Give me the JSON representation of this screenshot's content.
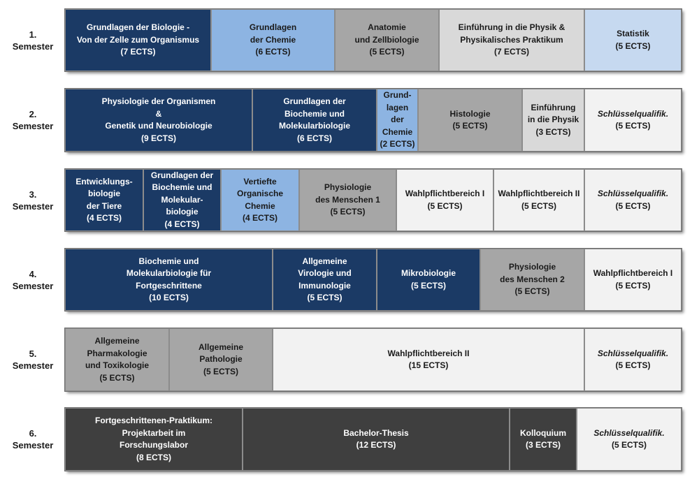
{
  "colors": {
    "navy": "#1b3a65",
    "mid_blue": "#8db4e2",
    "light_blue": "#c6d9f0",
    "gray": "#a6a6a6",
    "light_gray": "#d9d9d9",
    "off_white": "#f2f2f2",
    "dark_gray": "#3f3f3f"
  },
  "semesters": [
    {
      "num": "1.",
      "label": "Semester",
      "modules": [
        {
          "text": "Grundlagen der Biologie -\nVon der Zelle zum Organismus\n(7 ECTS)",
          "color": "navy",
          "italic": false
        },
        {
          "text": "Grundlagen\nder Chemie\n(6 ECTS)",
          "color": "mid_blue",
          "italic": false
        },
        {
          "text": "Anatomie\nund Zellbiologie\n(5 ECTS)",
          "color": "gray",
          "italic": false
        },
        {
          "text": "Einführung in die Physik &\nPhysikalisches Praktikum\n(7 ECTS)",
          "color": "light_gray",
          "italic": false
        },
        {
          "text": "Statistik\n(5 ECTS)",
          "color": "light_blue",
          "italic": false
        }
      ]
    },
    {
      "num": "2.",
      "label": "Semester",
      "modules": [
        {
          "text": "Physiologie der Organismen\n&\nGenetik und Neurobiologie\n(9 ECTS)",
          "color": "navy",
          "italic": false
        },
        {
          "text": "Grundlagen der\nBiochemie und\nMolekularbiologie\n(6 ECTS)",
          "color": "navy",
          "italic": false
        },
        {
          "text": "Grund-\nlagen\nder\nChemie\n(2 ECTS)",
          "color": "mid_blue",
          "italic": false
        },
        {
          "text": "Histologie\n(5 ECTS)",
          "color": "gray",
          "italic": false
        },
        {
          "text": "Einführung\nin die Physik\n(3 ECTS)",
          "color": "light_gray",
          "italic": false
        },
        {
          "text": "Schlüsselqualifik.",
          "sub": "(5 ECTS)",
          "color": "off_white",
          "italic": true
        }
      ]
    },
    {
      "num": "3.",
      "label": "Semester",
      "modules": [
        {
          "text": "Entwicklungs-\nbiologie\nder Tiere\n(4 ECTS)",
          "color": "navy",
          "italic": false
        },
        {
          "text": "Grundlagen der\nBiochemie und\nMolekular-\nbiologie\n(4 ECTS)",
          "color": "navy",
          "italic": false
        },
        {
          "text": "Vertiefte\nOrganische\nChemie\n(4 ECTS)",
          "color": "mid_blue",
          "italic": false
        },
        {
          "text": "Physiologie\ndes Menschen 1\n(5 ECTS)",
          "color": "gray",
          "italic": false
        },
        {
          "text": "Wahlpflichtbereich I\n(5 ECTS)",
          "color": "off_white",
          "italic": false
        },
        {
          "text": "Wahlpflichtbereich II\n(5 ECTS)",
          "color": "off_white",
          "italic": false
        },
        {
          "text": "Schlüsselqualifik.",
          "sub": "(5 ECTS)",
          "color": "off_white",
          "italic": true
        }
      ]
    },
    {
      "num": "4.",
      "label": "Semester",
      "modules": [
        {
          "text": "Biochemie und\nMolekularbiologie für\nFortgeschrittene\n(10 ECTS)",
          "color": "navy",
          "italic": false
        },
        {
          "text": "Allgemeine\nVirologie und\nImmunologie\n(5 ECTS)",
          "color": "navy",
          "italic": false
        },
        {
          "text": "Mikrobiologie\n(5 ECTS)",
          "color": "navy",
          "italic": false
        },
        {
          "text": "Physiologie\ndes Menschen 2\n(5 ECTS)",
          "color": "gray",
          "italic": false
        },
        {
          "text": "Wahlpflichtbereich I\n(5 ECTS)",
          "color": "off_white",
          "italic": false
        }
      ]
    },
    {
      "num": "5.",
      "label": "Semester",
      "modules": [
        {
          "text": "Allgemeine\nPharmakologie\nund Toxikologie\n(5 ECTS)",
          "color": "gray",
          "italic": false
        },
        {
          "text": "Allgemeine\nPathologie\n(5 ECTS)",
          "color": "gray",
          "italic": false
        },
        {
          "text": "Wahlpflichtbereich II\n(15 ECTS)",
          "color": "off_white",
          "italic": false
        },
        {
          "text": "Schlüsselqualifik.",
          "sub": "(5 ECTS)",
          "color": "off_white",
          "italic": true
        }
      ]
    },
    {
      "num": "6.",
      "label": "Semester",
      "modules": [
        {
          "text": "Fortgeschrittenen-Praktikum:\nProjektarbeit im\nForschungslabor\n(8 ECTS)",
          "color": "dark_gray",
          "italic": false
        },
        {
          "text": "Bachelor-Thesis\n(12 ECTS)",
          "color": "dark_gray",
          "italic": false
        },
        {
          "text": "Kolloquium\n(3 ECTS)",
          "color": "dark_gray",
          "italic": false
        },
        {
          "text": "Schlüsselqualifik.",
          "sub": "(5 ECTS)",
          "color": "off_white",
          "italic": true
        }
      ]
    }
  ]
}
